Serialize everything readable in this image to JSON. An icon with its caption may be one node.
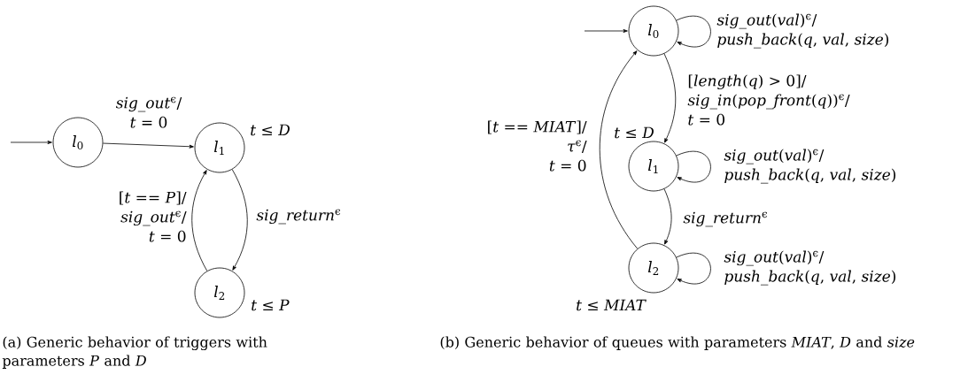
{
  "diagram": {
    "nodes": [
      {
        "text": [
          "*l*$_{0}$"
        ]
      },
      {
        "text": [
          "*l*$_{1}$"
        ],
        "beside": [
          "*t* ≤ *D*"
        ]
      },
      {
        "text": [
          "*l*$_{2}$"
        ],
        "beside": [
          "*t* ≤ *P*"
        ]
      },
      {
        "text": [
          "*l*$_{0}$"
        ]
      },
      {
        "text": [
          "*l*$_{1}$"
        ],
        "beside": [
          "*t* ≤ *D*"
        ]
      },
      {
        "text": [
          "*l*$_{2}$"
        ],
        "beside": [
          "*t* ≤ *MIAT*"
        ]
      }
    ],
    "edges": [
      {
        "from": null,
        "to": 0,
        "arrow": "to"
      },
      {
        "from": 0,
        "to": 1,
        "arrow": "to",
        "label": "*sig_out*$^{ϵ}$/ *t* = 0"
      },
      {
        "from": 1,
        "to": 2,
        "arrow": "to",
        "label": "*sig_return*$^{ϵ}$"
      },
      {
        "from": 2,
        "to": 1,
        "arrow": "to",
        "label": "[*t* == *P*]/ *sig_out*$^{ϵ}$/ *t* = 0"
      },
      {
        "from": null,
        "to": 3,
        "arrow": "to"
      },
      {
        "from": 3,
        "to": 3,
        "arrow": "to",
        "label": "*sig_out*(*val*)$^{ϵ}$/ *push_back*(*q*, *val*, *size*)"
      },
      {
        "from": 3,
        "to": 4,
        "arrow": "to",
        "label": "[*length*(*q*) > 0]/ *sig_in*(*pop_front*(*q*))$^{ϵ}$/ *t* = 0"
      },
      {
        "from": 4,
        "to": 4,
        "arrow": "to",
        "label": "*sig_out*(*val*)$^{ϵ}$/ *push_back*(*q*, *val*, *size*)"
      },
      {
        "from": 4,
        "to": 5,
        "arrow": "to",
        "label": "*sig_return*$^{ϵ}$"
      },
      {
        "from": 5,
        "to": 5,
        "arrow": "to",
        "label": "*sig_out*(*val*)$^{ϵ}$/ *push_back*(*q*, *val*, *size*)"
      },
      {
        "from": 5,
        "to": 3,
        "arrow": "to",
        "label": "[*t* == *MIAT*]/ *τ*$^{ϵ}$/ *t* = 0"
      }
    ],
    "labels": [
      "(a) Generic behavior of triggers with parameters *P* and *D*",
      "(b) Generic behavior of queues with parameters *MIAT*, *D* and *size*"
    ]
  }
}
